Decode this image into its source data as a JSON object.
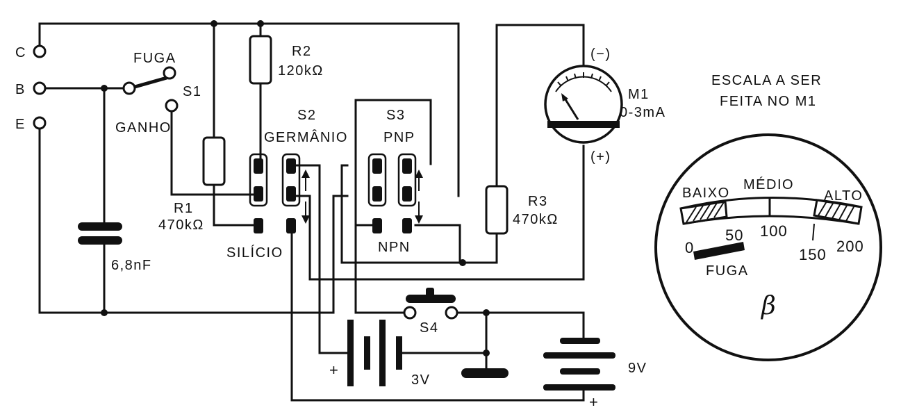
{
  "terminals": {
    "c": "C",
    "b": "B",
    "e": "E"
  },
  "switch_s1": {
    "name": "S1",
    "pos_fuga": "FUGA",
    "pos_ganho": "GANHO"
  },
  "r1": {
    "name": "R1",
    "value": "470kΩ"
  },
  "r2": {
    "name": "R2",
    "value": "120kΩ"
  },
  "r3": {
    "name": "R3",
    "value": "470kΩ"
  },
  "s2": {
    "name": "S2",
    "label_top": "GERMÂNIO",
    "label_bottom": "SILÍCIO"
  },
  "s3": {
    "name": "S3",
    "label_top": "PNP",
    "label_bottom": "NPN"
  },
  "s4": {
    "name": "S4"
  },
  "capacitor": {
    "value": "6,8nF"
  },
  "meter": {
    "name": "M1",
    "range": "0-3mA",
    "neg": "(−)",
    "pos": "(+)"
  },
  "battery_3v": {
    "value": "3V",
    "polarity": "+"
  },
  "battery_9v": {
    "value": "9V",
    "polarity": "+"
  },
  "scale_title": {
    "line1": "ESCALA A SER",
    "line2": "FEITA NO M1"
  },
  "scale": {
    "zone_low": "BAIXO",
    "zone_mid": "MÉDIO",
    "zone_high": "ALTO",
    "ticks": [
      "0",
      "50",
      "100",
      "150",
      "200"
    ],
    "leak": "FUGA",
    "symbol": "β"
  }
}
